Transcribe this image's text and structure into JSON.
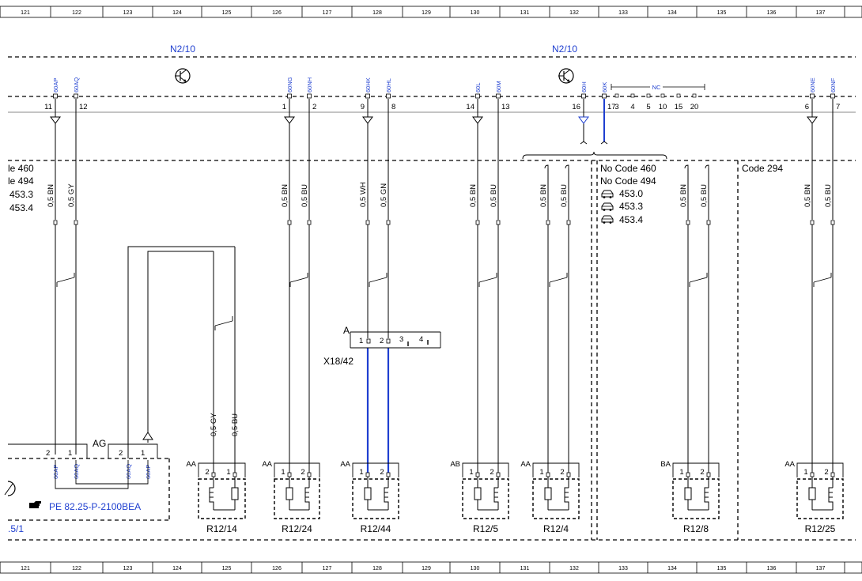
{
  "ruler": [
    "121",
    "122",
    "123",
    "124",
    "125",
    "126",
    "127",
    "128",
    "129",
    "130",
    "131",
    "132",
    "133",
    "134",
    "135",
    "136",
    "137"
  ],
  "control_unit": {
    "label_left": "N2/10",
    "label_right": "N2/10"
  },
  "ecu_pins": [
    {
      "pin": "11",
      "wire": "60AP"
    },
    {
      "pin": "12",
      "wire": "60AQ"
    },
    {
      "pin": "1",
      "wire": "60NG"
    },
    {
      "pin": "2",
      "wire": "60NH"
    },
    {
      "pin": "9",
      "wire": "60HK"
    },
    {
      "pin": "8",
      "wire": "60HL"
    },
    {
      "pin": "14",
      "wire": "60L"
    },
    {
      "pin": "13",
      "wire": "60M"
    },
    {
      "pin": "16",
      "wire": "60H"
    },
    {
      "pin": "17",
      "wire": "60K"
    },
    {
      "pin": "6",
      "wire": "60NE"
    },
    {
      "pin": "7",
      "wire": "60NF"
    }
  ],
  "nc_group": {
    "label": "NC",
    "pins": [
      "3",
      "4",
      "5",
      "10",
      "15",
      "20"
    ]
  },
  "cables": [
    "0,5 BN",
    "0,5 GY",
    "0,5 BN",
    "0,5 BU",
    "0,5 WH",
    "0,5 GN",
    "0,5 BN",
    "0,5 BU",
    "0,5 BN",
    "0,5 BU",
    "0,5 BN",
    "0,5 BU",
    "0,5 BN",
    "0,5 BU"
  ],
  "lower_cables": [
    "0,5 GY",
    "0,5 BU"
  ],
  "left_notes": [
    "le 460",
    "le 494",
    "453.3",
    "453.4"
  ],
  "mid_notes": [
    "No Code 460",
    "No Code 494",
    "453.0",
    "453.3",
    "453.4"
  ],
  "right_note": "Code 294",
  "connector": {
    "name": "X18/42",
    "label": "A",
    "pins": [
      "1",
      "2",
      "3",
      "4"
    ]
  },
  "ag": {
    "label": "AG",
    "pins": [
      "2",
      "1",
      "2",
      "1"
    ],
    "wires": [
      "60AP",
      "60AQ",
      "60AQ",
      "60AP"
    ]
  },
  "reference": "PE 82.25-P-2100BEA",
  "partial_label": ".5/1",
  "heaters": [
    {
      "name": "R12/14",
      "code": "AA",
      "pins": [
        "2",
        "1"
      ]
    },
    {
      "name": "R12/24",
      "code": "AA",
      "pins": [
        "1",
        "2"
      ]
    },
    {
      "name": "R12/44",
      "code": "AA",
      "pins": [
        "1",
        "2"
      ]
    },
    {
      "name": "R12/5",
      "code": "AB",
      "pins": [
        "1",
        "2"
      ]
    },
    {
      "name": "R12/4",
      "code": "AA",
      "pins": [
        "1",
        "2"
      ]
    },
    {
      "name": "R12/8",
      "code": "BA",
      "pins": [
        "1",
        "2"
      ]
    },
    {
      "name": "R12/25",
      "code": "AA",
      "pins": [
        "1",
        "2"
      ]
    }
  ],
  "colors": {
    "wire_blue": "#1f3fd0",
    "text_blue": "#1f3fd0",
    "line": "#000000"
  }
}
